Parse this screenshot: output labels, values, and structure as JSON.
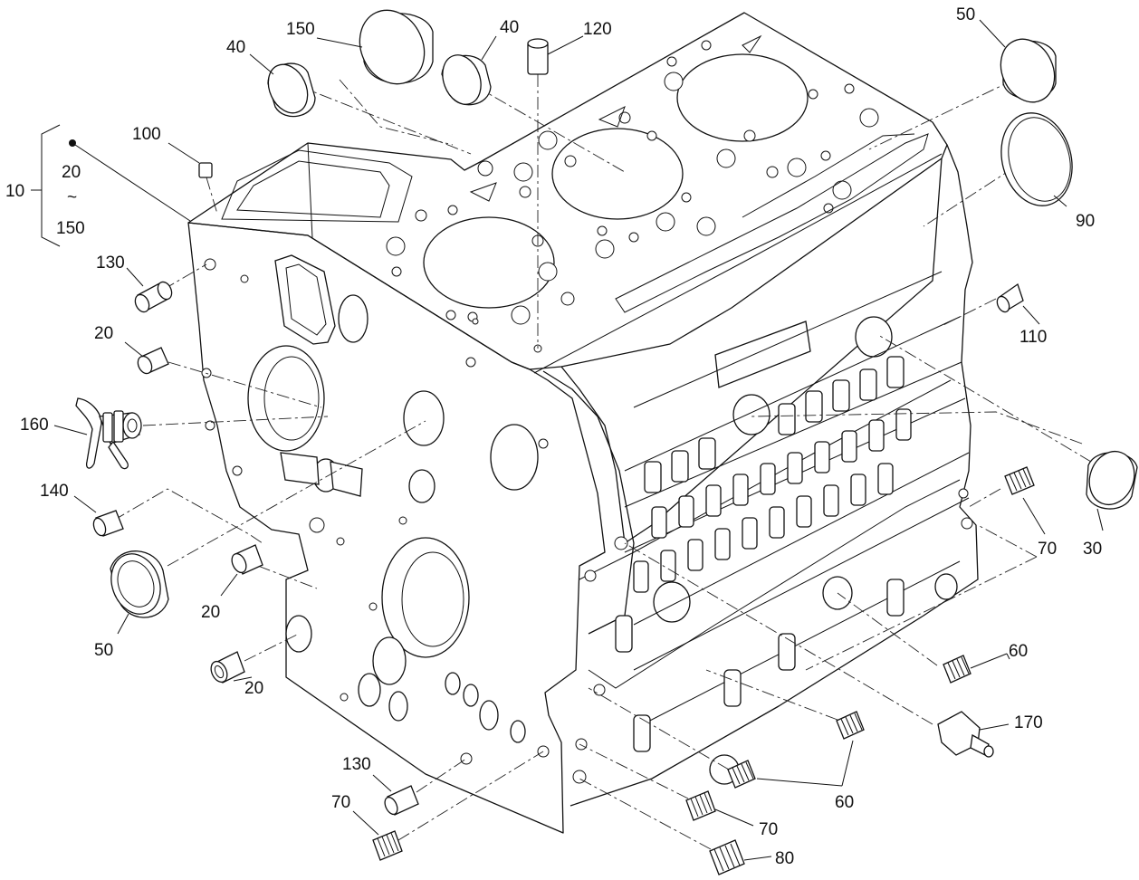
{
  "labels": {
    "group_start": "10",
    "range_from": "20",
    "range_tilde": "~",
    "range_to": "150",
    "p150_top": "150",
    "p40_left": "40",
    "p40_mid": "40",
    "p120": "120",
    "p50_top": "50",
    "p100": "100",
    "p90": "90",
    "p130_top": "130",
    "p110": "110",
    "p20_a": "20",
    "p160": "160",
    "p140": "140",
    "p30": "30",
    "p70_right": "70",
    "p50_bottom": "50",
    "p20_b": "20",
    "p20_c": "20",
    "p60_right": "60",
    "p170": "170",
    "p130_bottom": "130",
    "p70_left": "70",
    "p60_bottom": "60",
    "p70_bottom": "70",
    "p80": "80"
  }
}
